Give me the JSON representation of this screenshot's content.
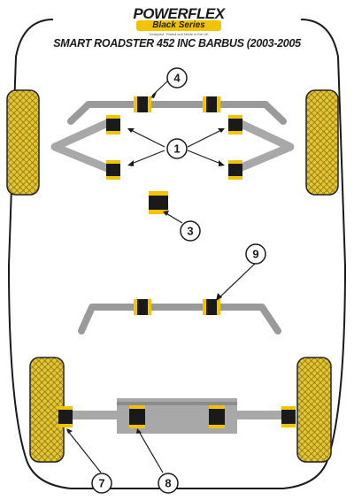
{
  "brand": {
    "name": "POWERFLEX",
    "series": "Black Series",
    "tagline": "Designed, Tested and Made in the UK"
  },
  "title": "SMART ROADSTER 452 INC BARBUS (2003-2005",
  "callouts": {
    "c1": "1",
    "c3": "3",
    "c4": "4",
    "c7": "7",
    "c8": "8",
    "c9": "9"
  },
  "colors": {
    "bush_yellow": "#f2c400",
    "bush_dark": "#1a1a1a",
    "frame": "#a8a8a8",
    "tyre": "#e0c02a"
  }
}
